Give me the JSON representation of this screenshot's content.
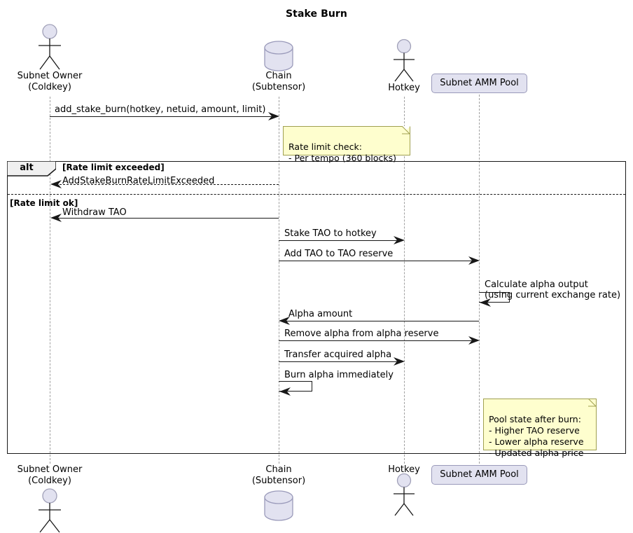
{
  "diagram": {
    "title": "Stake Burn",
    "type": "sequence-diagram",
    "colors": {
      "note_fill": "#FEFECE",
      "note_stroke": "#A0A050",
      "participant_fill": "#E2E2F0",
      "participant_stroke": "#9A9ABA",
      "line": "#181818",
      "lifeline": "#A0A0A0"
    }
  },
  "participants": [
    {
      "id": "coldkey",
      "kind": "actor",
      "line1": "Subnet Owner",
      "line2": "(Coldkey)"
    },
    {
      "id": "chain",
      "kind": "database",
      "line1": "Chain",
      "line2": "(Subtensor)"
    },
    {
      "id": "hotkey",
      "kind": "actor",
      "line1": "Hotkey",
      "line2": ""
    },
    {
      "id": "pool",
      "kind": "participant",
      "line1": "Subnet AMM Pool",
      "line2": ""
    }
  ],
  "messages": [
    {
      "n": 1,
      "label": "add_stake_burn(hotkey, netuid, amount, limit)",
      "from": "coldkey",
      "to": "chain",
      "style": "solid"
    },
    {
      "n": 2,
      "label": "AddStakeBurnRateLimitExceeded",
      "from": "chain",
      "to": "coldkey",
      "style": "dashed"
    },
    {
      "n": 3,
      "label": "Withdraw TAO",
      "from": "chain",
      "to": "coldkey",
      "style": "solid"
    },
    {
      "n": 4,
      "label": "Stake TAO to hotkey",
      "from": "chain",
      "to": "hotkey",
      "style": "solid"
    },
    {
      "n": 5,
      "label": "Add TAO to TAO reserve",
      "from": "chain",
      "to": "pool",
      "style": "solid"
    },
    {
      "n": 6,
      "label": "Calculate alpha output\n(using current exchange rate)",
      "from": "pool",
      "to": "pool",
      "style": "self"
    },
    {
      "n": 7,
      "label": "Alpha amount",
      "from": "pool",
      "to": "chain",
      "style": "solid"
    },
    {
      "n": 8,
      "label": "Remove alpha from alpha reserve",
      "from": "chain",
      "to": "pool",
      "style": "solid"
    },
    {
      "n": 9,
      "label": "Transfer acquired alpha",
      "from": "chain",
      "to": "hotkey",
      "style": "solid"
    },
    {
      "n": 10,
      "label": "Burn alpha immediately",
      "from": "chain",
      "to": "chain",
      "style": "self"
    }
  ],
  "fragment": {
    "operator": "alt",
    "branches": [
      {
        "guard": "[Rate limit exceeded]"
      },
      {
        "guard": "[Rate limit ok]"
      }
    ]
  },
  "notes": [
    {
      "id": "rate-limit-note",
      "text": "Rate limit check:\n- Per tempo (360 blocks)",
      "anchor": "chain"
    },
    {
      "id": "pool-state-note",
      "text": "Pool state after burn:\n- Higher TAO reserve\n- Lower alpha reserve\n- Updated alpha price",
      "anchor": "pool"
    }
  ]
}
